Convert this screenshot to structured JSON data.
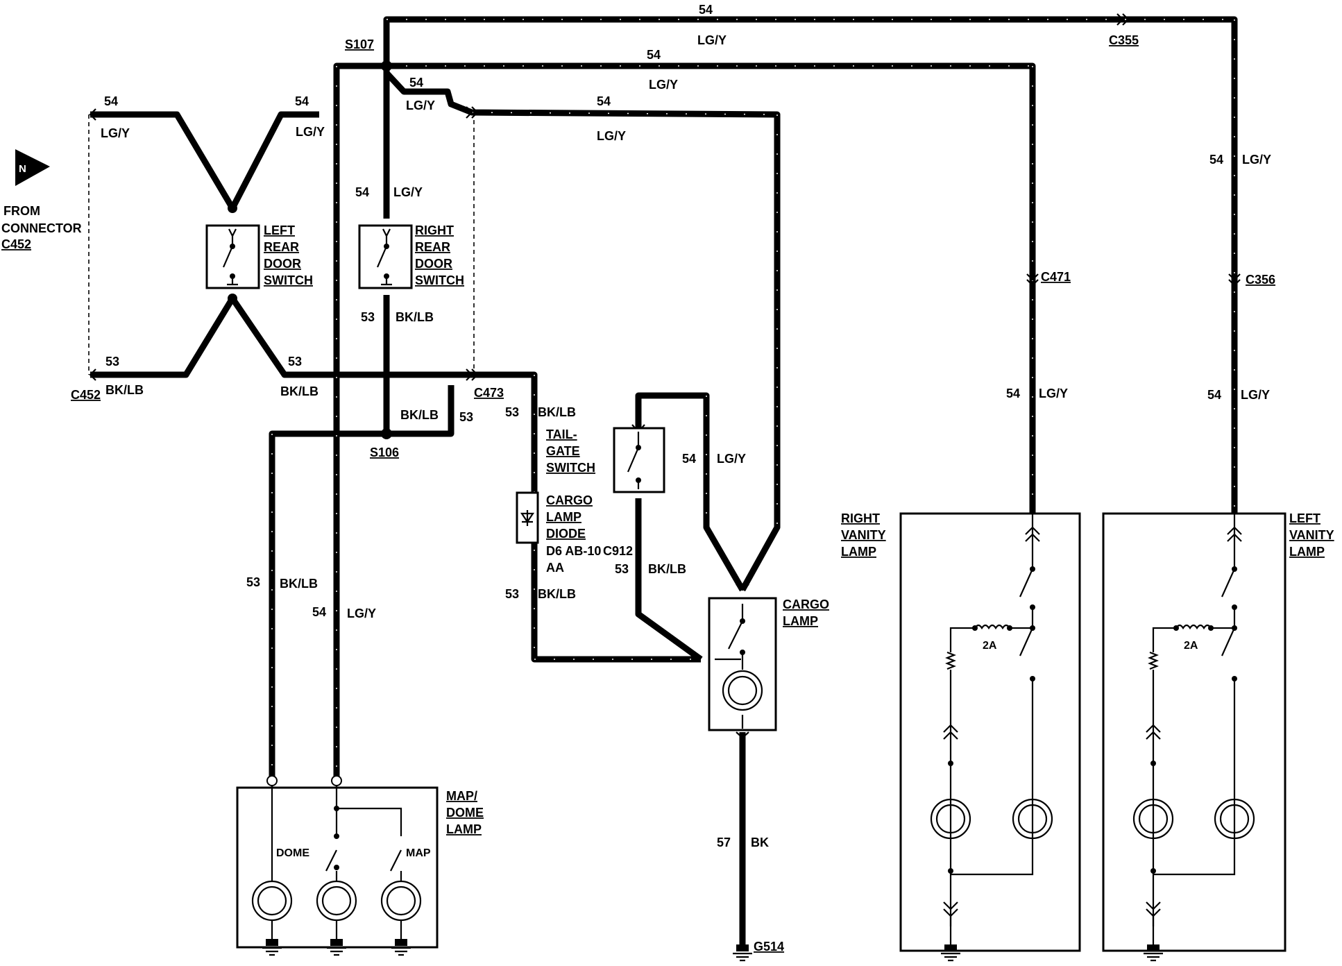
{
  "diagram": {
    "orientation_glyph": "N",
    "from_connector": {
      "line1": "FROM",
      "line2": "CONNECTOR",
      "line3": "C452"
    },
    "wires": {
      "w54": "54",
      "w53": "53",
      "w57": "57",
      "lgy": "LG/Y",
      "bklb": "BK/LB",
      "bk": "BK"
    },
    "splices": {
      "s107": "S107",
      "s106": "S106"
    },
    "connectors": {
      "c452": "C452",
      "c473": "C473",
      "c355": "C355",
      "c471": "C471",
      "c356": "C356",
      "c912": "C912",
      "g514": "G514"
    },
    "components": {
      "left_rear_door_switch": [
        "LEFT",
        "REAR",
        "DOOR",
        "SWITCH"
      ],
      "right_rear_door_switch": [
        "RIGHT",
        "REAR",
        "DOOR",
        "SWITCH"
      ],
      "tailgate_switch": [
        "TAIL-",
        "GATE",
        "SWITCH"
      ],
      "cargo_lamp_diode": [
        "CARGO",
        "LAMP",
        "DIODE"
      ],
      "diode_part": [
        "D6 AB-10",
        "AA"
      ],
      "cargo_lamp": [
        "CARGO",
        "LAMP"
      ],
      "map_dome_lamp": [
        "MAP/",
        "DOME",
        "LAMP"
      ],
      "dome_label": "DOME",
      "map_label": "MAP",
      "right_vanity_lamp": [
        "RIGHT",
        "VANITY",
        "LAMP"
      ],
      "left_vanity_lamp": [
        "LEFT",
        "VANITY",
        "LAMP"
      ],
      "fuse_rating": "2A"
    }
  }
}
